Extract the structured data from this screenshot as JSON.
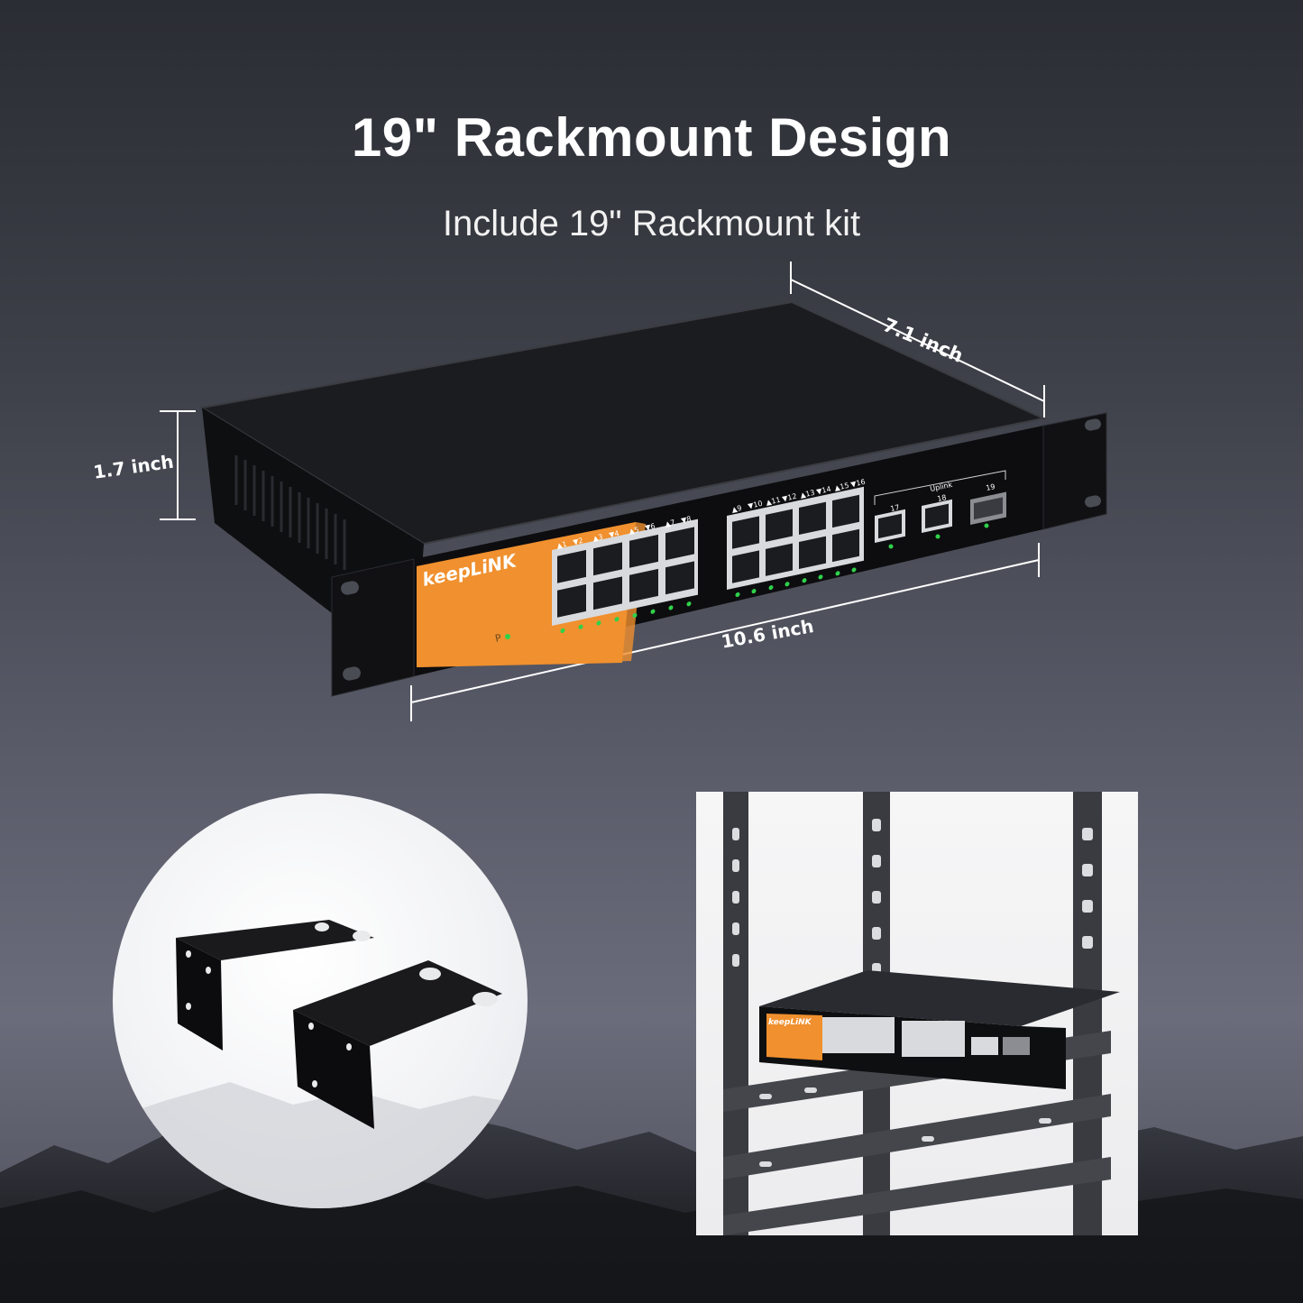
{
  "heading": {
    "title": "19\" Rackmount Design",
    "subtitle": "Include 19\" Rackmount kit"
  },
  "dimensions": {
    "depth": "7.1 inch",
    "height": "1.7 inch",
    "width": "10.6 inch"
  },
  "device": {
    "brand": "keepLiNK",
    "power_label": "P",
    "port_labels_left": [
      "▲1",
      "▼2",
      "▲3",
      "▼4",
      "▲5",
      "▼6",
      "▲7",
      "▼8"
    ],
    "port_labels_right": [
      "▲9",
      "▼10",
      "▲11",
      "▼12",
      "▲13",
      "▼14",
      "▲15",
      "▼16"
    ],
    "uplink_label": "Uplink",
    "uplink_ports": [
      "17",
      "18"
    ],
    "sfp_port": "19"
  },
  "colors": {
    "accent_orange": "#f0902e",
    "chassis": "#141414",
    "led_green": "#2fd14a"
  }
}
